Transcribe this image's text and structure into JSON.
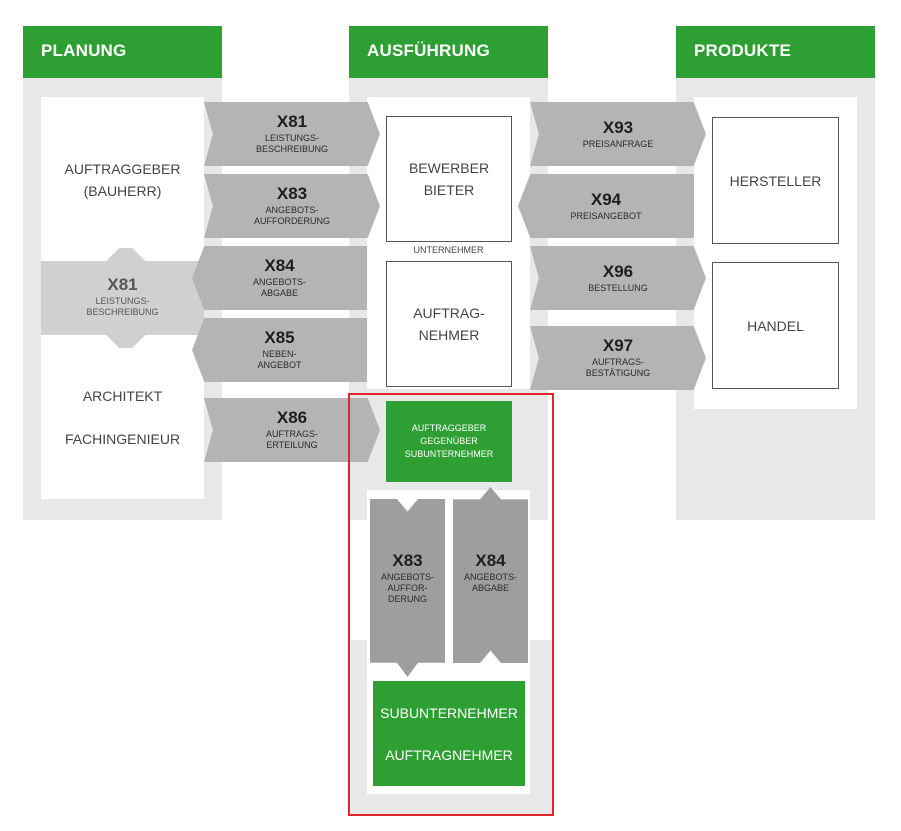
{
  "columns": {
    "planung": "PLANUNG",
    "ausfuehrung": "AUSFÜHRUNG",
    "produkte": "PRODUKTE"
  },
  "planung": {
    "auftraggeber": "AUFTRAGGEBER\n(BAUHERR)",
    "x81_code": "X81",
    "x81_desc": "LEISTUNGS-\nBESCHREIBUNG",
    "architekt": "ARCHITEKT",
    "fachingenieur": "FACHINGENIEUR"
  },
  "arrows_left": [
    {
      "code": "X81",
      "desc": "LEISTUNGS-\nBESCHREIBUNG"
    },
    {
      "code": "X83",
      "desc": "ANGEBOTS-\nAUFFORDERUNG"
    },
    {
      "code": "X84",
      "desc": "ANGEBOTS-\nABGABE"
    },
    {
      "code": "X85",
      "desc": "NEBEN-\nANGEBOT"
    },
    {
      "code": "X86",
      "desc": "AUFTRAGS-\nERTEILUNG"
    }
  ],
  "ausfuehrung": {
    "bewerber": "BEWERBER\nBIETER",
    "unternehmer": "UNTERNEHMER",
    "auftragnehmer": "AUFTRAG-\nNEHMER",
    "ag_sub": "AUFTRAGGEBER\nGEGENÜBER\nSUBUNTERNEHMER",
    "sub_x83_code": "X83",
    "sub_x83_desc": "ANGEBOTS-\nAUFFOR-\nDERUNG",
    "sub_x84_code": "X84",
    "sub_x84_desc": "ANGEBOTS-\nABGABE",
    "subunternehmer": "SUBUNTERNEHMER",
    "sub_auftragnehmer": "AUFTRAGNEHMER"
  },
  "arrows_right": [
    {
      "code": "X93",
      "desc": "PREISANFRAGE"
    },
    {
      "code": "X94",
      "desc": "PREISANGEBOT"
    },
    {
      "code": "X96",
      "desc": "BESTELLUNG"
    },
    {
      "code": "X97",
      "desc": "AUFTRAGS-\nBESTÄTIGUNG"
    }
  ],
  "produkte": {
    "hersteller": "HERSTELLER",
    "handel": "HANDEL"
  },
  "colors": {
    "green": "#2e9f33",
    "arrow_gray": "#b4b4b4",
    "dark_gray": "#9e9e9e",
    "highlight_red": "#e0262c"
  }
}
